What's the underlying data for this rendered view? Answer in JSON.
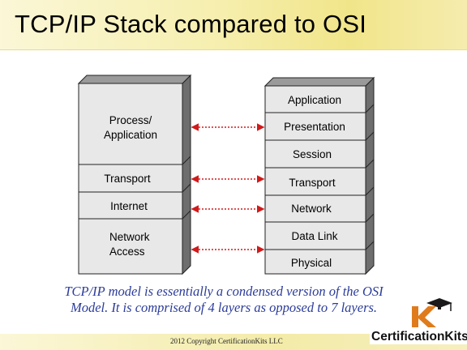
{
  "slide": {
    "title": "TCP/IP Stack compared to OSI",
    "caption_line1": "TCP/IP model is essentially a condensed version of the OSI",
    "caption_line2": "Model.  It is comprised of 4 layers as opposed to 7 layers.",
    "copyright": "2012 Copyright CertificationKits  LLC",
    "logo_text": "CertificationKits"
  },
  "tcpip_layers": [
    {
      "line1": "Process/",
      "line2": "Application"
    },
    {
      "line1": "Transport",
      "line2": ""
    },
    {
      "line1": "Internet",
      "line2": ""
    },
    {
      "line1": "Network",
      "line2": "Access"
    }
  ],
  "osi_layers": [
    "Application",
    "Presentation",
    "Session",
    "Transport",
    "Network",
    "Data Link",
    "Physical"
  ],
  "colors": {
    "arrow": "#d11a1a",
    "caption": "#2b3b9a",
    "box_front": "#e8e8e8",
    "box_side": "#6e6e6e",
    "logo_accent": "#e07b1b"
  }
}
